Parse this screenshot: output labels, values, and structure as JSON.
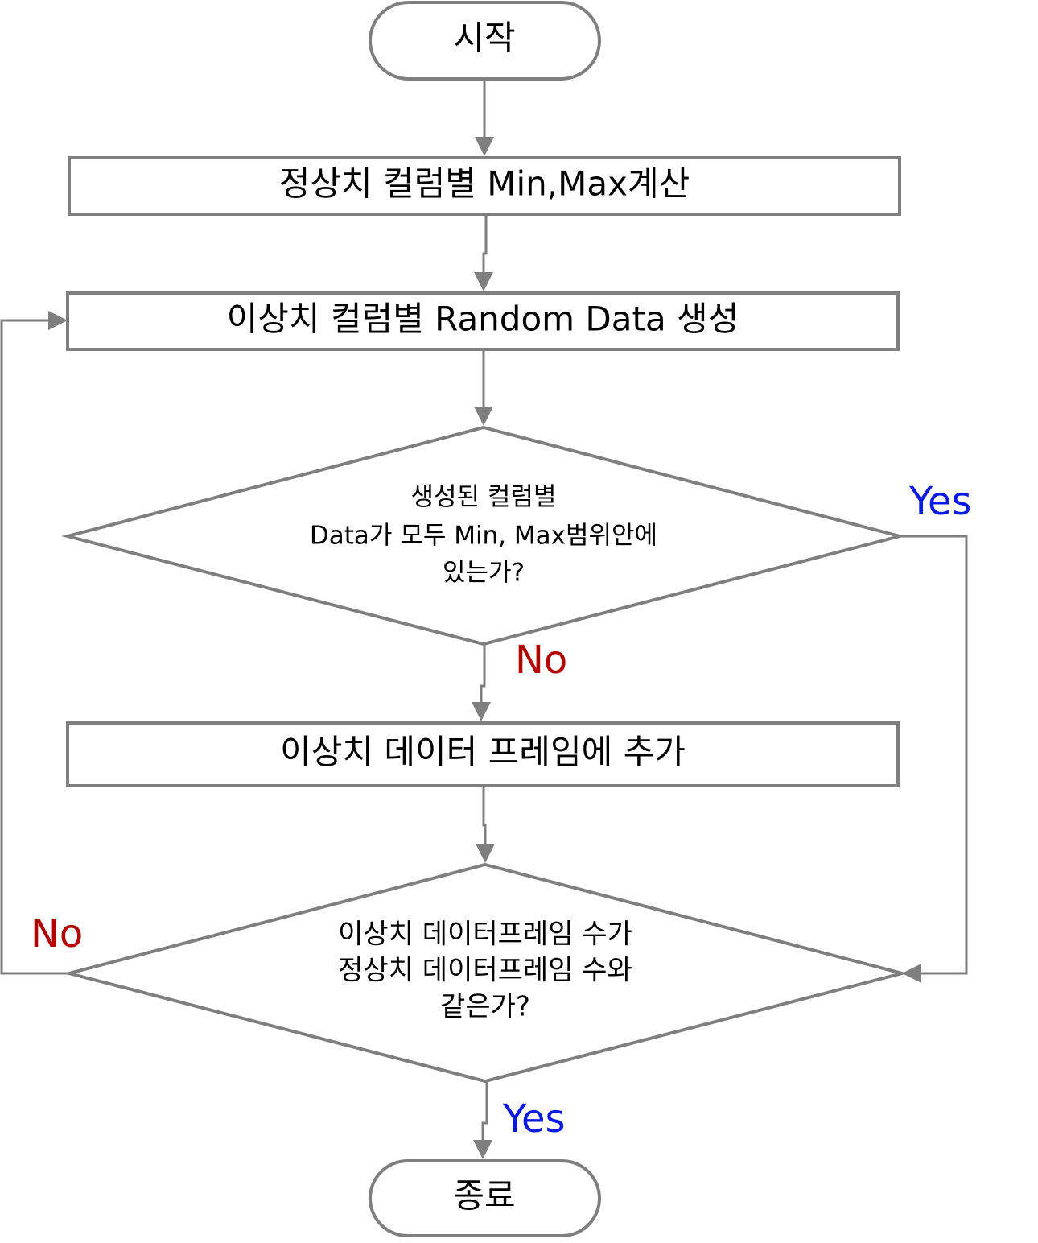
{
  "colors": {
    "stroke": "#7f7f7f",
    "text": "#000000",
    "yes": "#0a1ae6",
    "no": "#b30000"
  },
  "nodes": {
    "start": {
      "label": "시작"
    },
    "calc": {
      "label": "정상치 컬럼별 Min,Max계산"
    },
    "generate": {
      "label": "이상치 컬럼별 Random Data 생성"
    },
    "check_range": {
      "lines": [
        "생성된 컬럼별",
        "Data가 모두 Min, Max범위안에",
        "있는가?"
      ]
    },
    "append": {
      "label": "이상치 데이터 프레임에 추가"
    },
    "check_count": {
      "lines": [
        "이상치 데이터프레임 수가",
        "정상치 데이터프레임 수와",
        "같은가?"
      ]
    },
    "end": {
      "label": "종료"
    }
  },
  "branches": {
    "range_yes": "Yes",
    "range_no": "No",
    "count_no": "No",
    "count_yes": "Yes"
  }
}
